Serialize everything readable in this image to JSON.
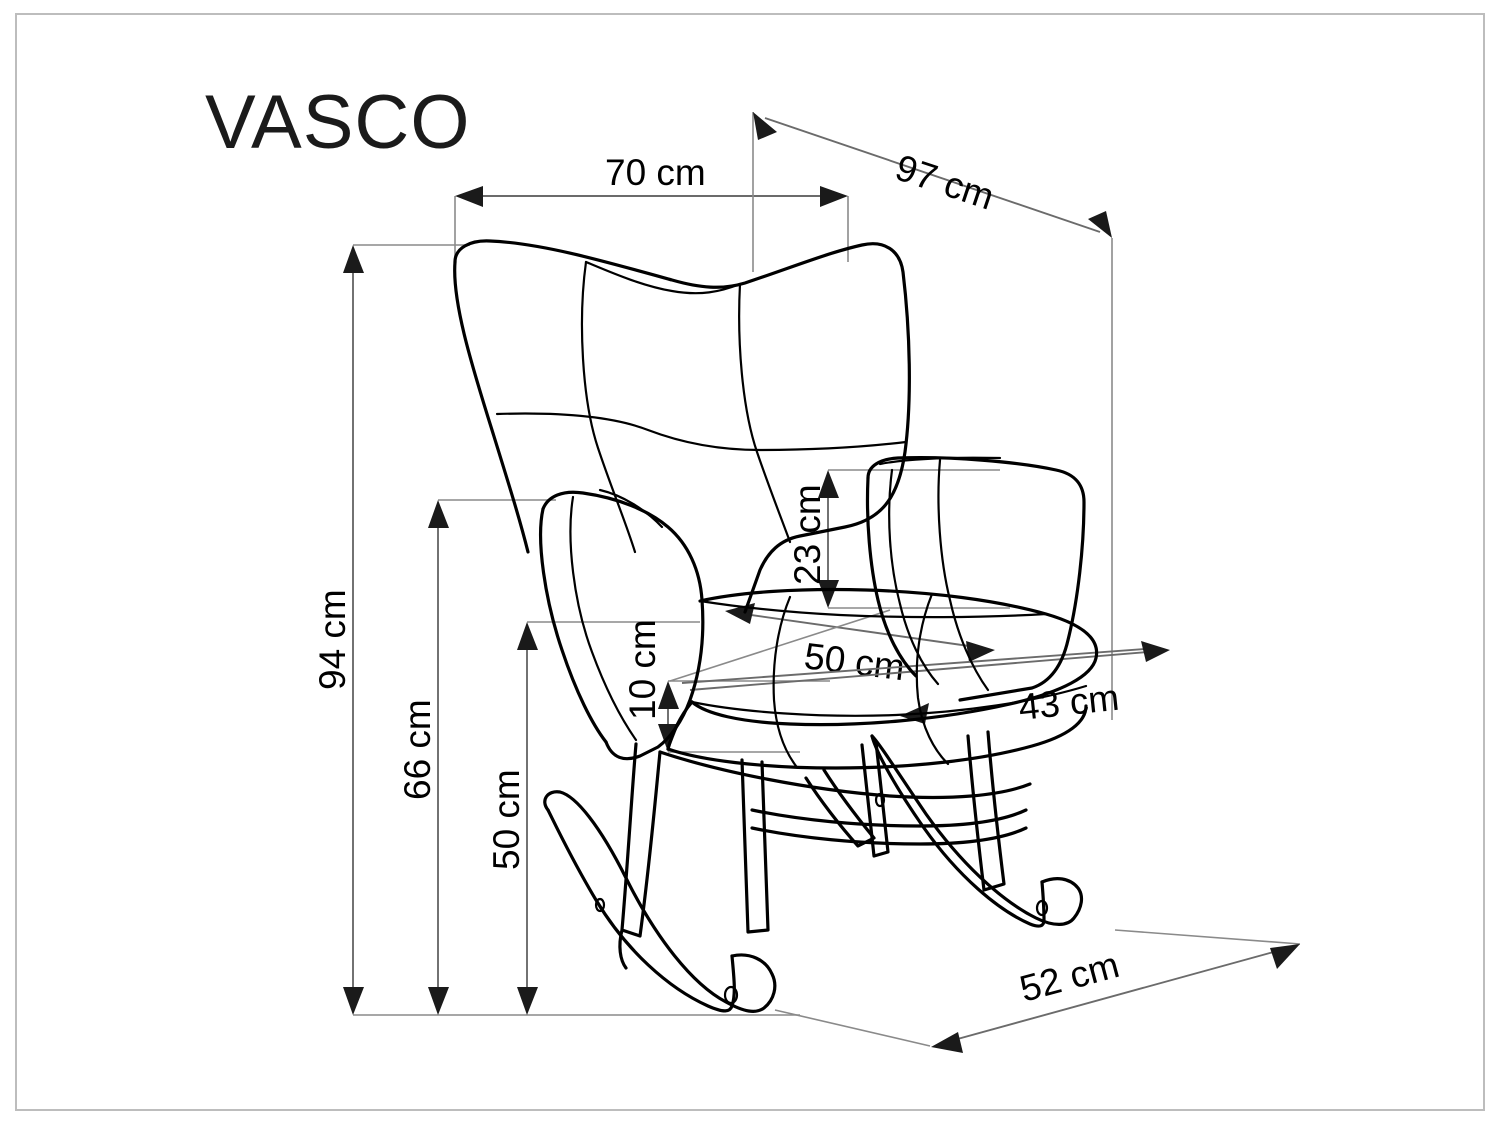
{
  "page": {
    "title": "VASCO",
    "background_color": "#ffffff",
    "line_color": "#000000",
    "dimension_line_color": "#6b6b6b",
    "text_color": "#1a1a1a",
    "product": "rocking armchair technical dimension drawing",
    "unit": "cm"
  },
  "dimensions": {
    "width_top": {
      "label": "70 cm",
      "value": 70,
      "unit": "cm",
      "orientation": "horizontal",
      "describes": "backrest top width"
    },
    "depth_diagonal_top": {
      "label": "97 cm",
      "value": 97,
      "unit": "cm",
      "orientation": "diagonal",
      "describes": "overall depth"
    },
    "total_height": {
      "label": "94 cm",
      "value": 94,
      "unit": "cm",
      "orientation": "vertical",
      "describes": "total height"
    },
    "back_height": {
      "label": "66 cm",
      "value": 66,
      "unit": "cm",
      "orientation": "vertical",
      "describes": "armrest top height"
    },
    "seat_height": {
      "label": "50 cm",
      "value": 50,
      "unit": "cm",
      "orientation": "vertical",
      "describes": "seat height from floor"
    },
    "armrest_height": {
      "label": "23 cm",
      "value": 23,
      "unit": "cm",
      "orientation": "vertical",
      "describes": "armrest height above seat"
    },
    "seat_gap": {
      "label": "10 cm",
      "value": 10,
      "unit": "cm",
      "orientation": "vertical",
      "describes": "gap between seat and backrest"
    },
    "seat_width": {
      "label": "50 cm",
      "value": 50,
      "unit": "cm",
      "orientation": "horizontal",
      "describes": "seat width"
    },
    "seat_depth": {
      "label": "43 cm",
      "value": 43,
      "unit": "cm",
      "orientation": "diagonal",
      "describes": "seat depth"
    },
    "base_depth": {
      "label": "52 cm",
      "value": 52,
      "unit": "cm",
      "orientation": "diagonal",
      "describes": "rocker base depth"
    }
  }
}
